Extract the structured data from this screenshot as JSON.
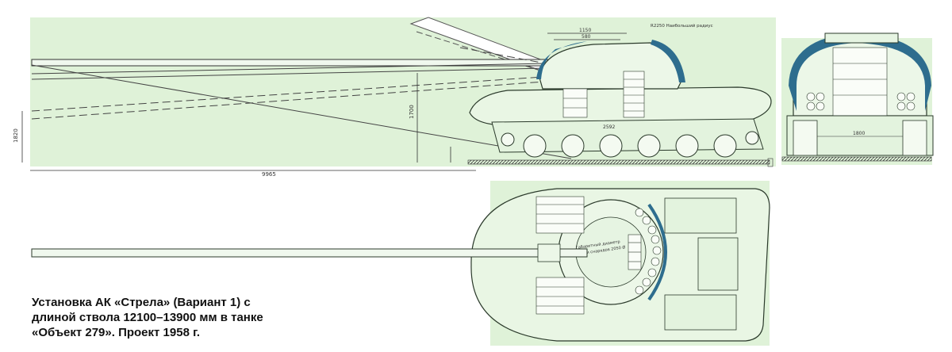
{
  "caption": {
    "line1": "Установка АК «Стрела» (Вариант 1) с",
    "line2": "длиной ствола 12100–13900 мм в танке",
    "line3": "«Объект 279». Проект 1958 г."
  },
  "dimensions": {
    "length_total": "9965",
    "height_bore": "1820",
    "hull_height": "1700",
    "track_width": "2592",
    "turret_a": "1150",
    "turret_b": "580",
    "zenith_note": "R2250 Наибольший радиус",
    "rear_width": "1800",
    "plan_note_1": "Габаритный диаметр",
    "plan_note_2": "по оси снарядов 2050 Ø"
  },
  "colors": {
    "paper": "#dff2d8",
    "line": "#2b3a2b",
    "armor_blue": "#2e6d8e",
    "ground": "#333333"
  }
}
